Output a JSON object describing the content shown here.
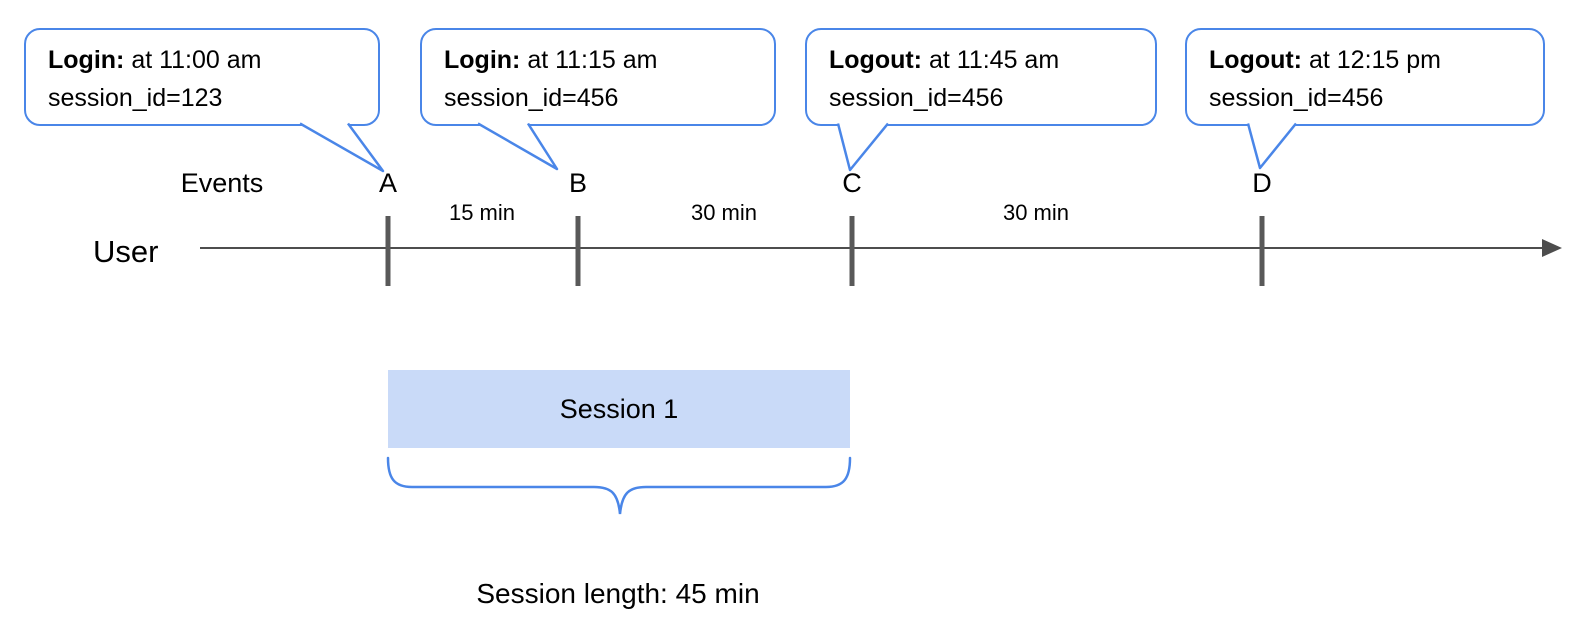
{
  "diagram": {
    "callouts": [
      {
        "title": "Login:",
        "time": "at 11:00 am",
        "session": "session_id=123"
      },
      {
        "title": "Login:",
        "time": "at 11:15 am",
        "session": "session_id=456"
      },
      {
        "title": "Logout:",
        "time": "at 11:45 am",
        "session": "session_id=456"
      },
      {
        "title": "Logout:",
        "time": "at 12:15 pm",
        "session": "session_id=456"
      }
    ],
    "events_label": "Events",
    "user_label": "User",
    "event_markers": [
      "A",
      "B",
      "C",
      "D"
    ],
    "intervals": [
      "15 min",
      "30 min",
      "30 min"
    ],
    "session_box_label": "Session 1",
    "session_length_label": "Session length: 45 min",
    "colors": {
      "accent_blue": "#4a86e8",
      "session_fill": "#c9daf8",
      "line_gray": "#4d4d4d"
    }
  }
}
